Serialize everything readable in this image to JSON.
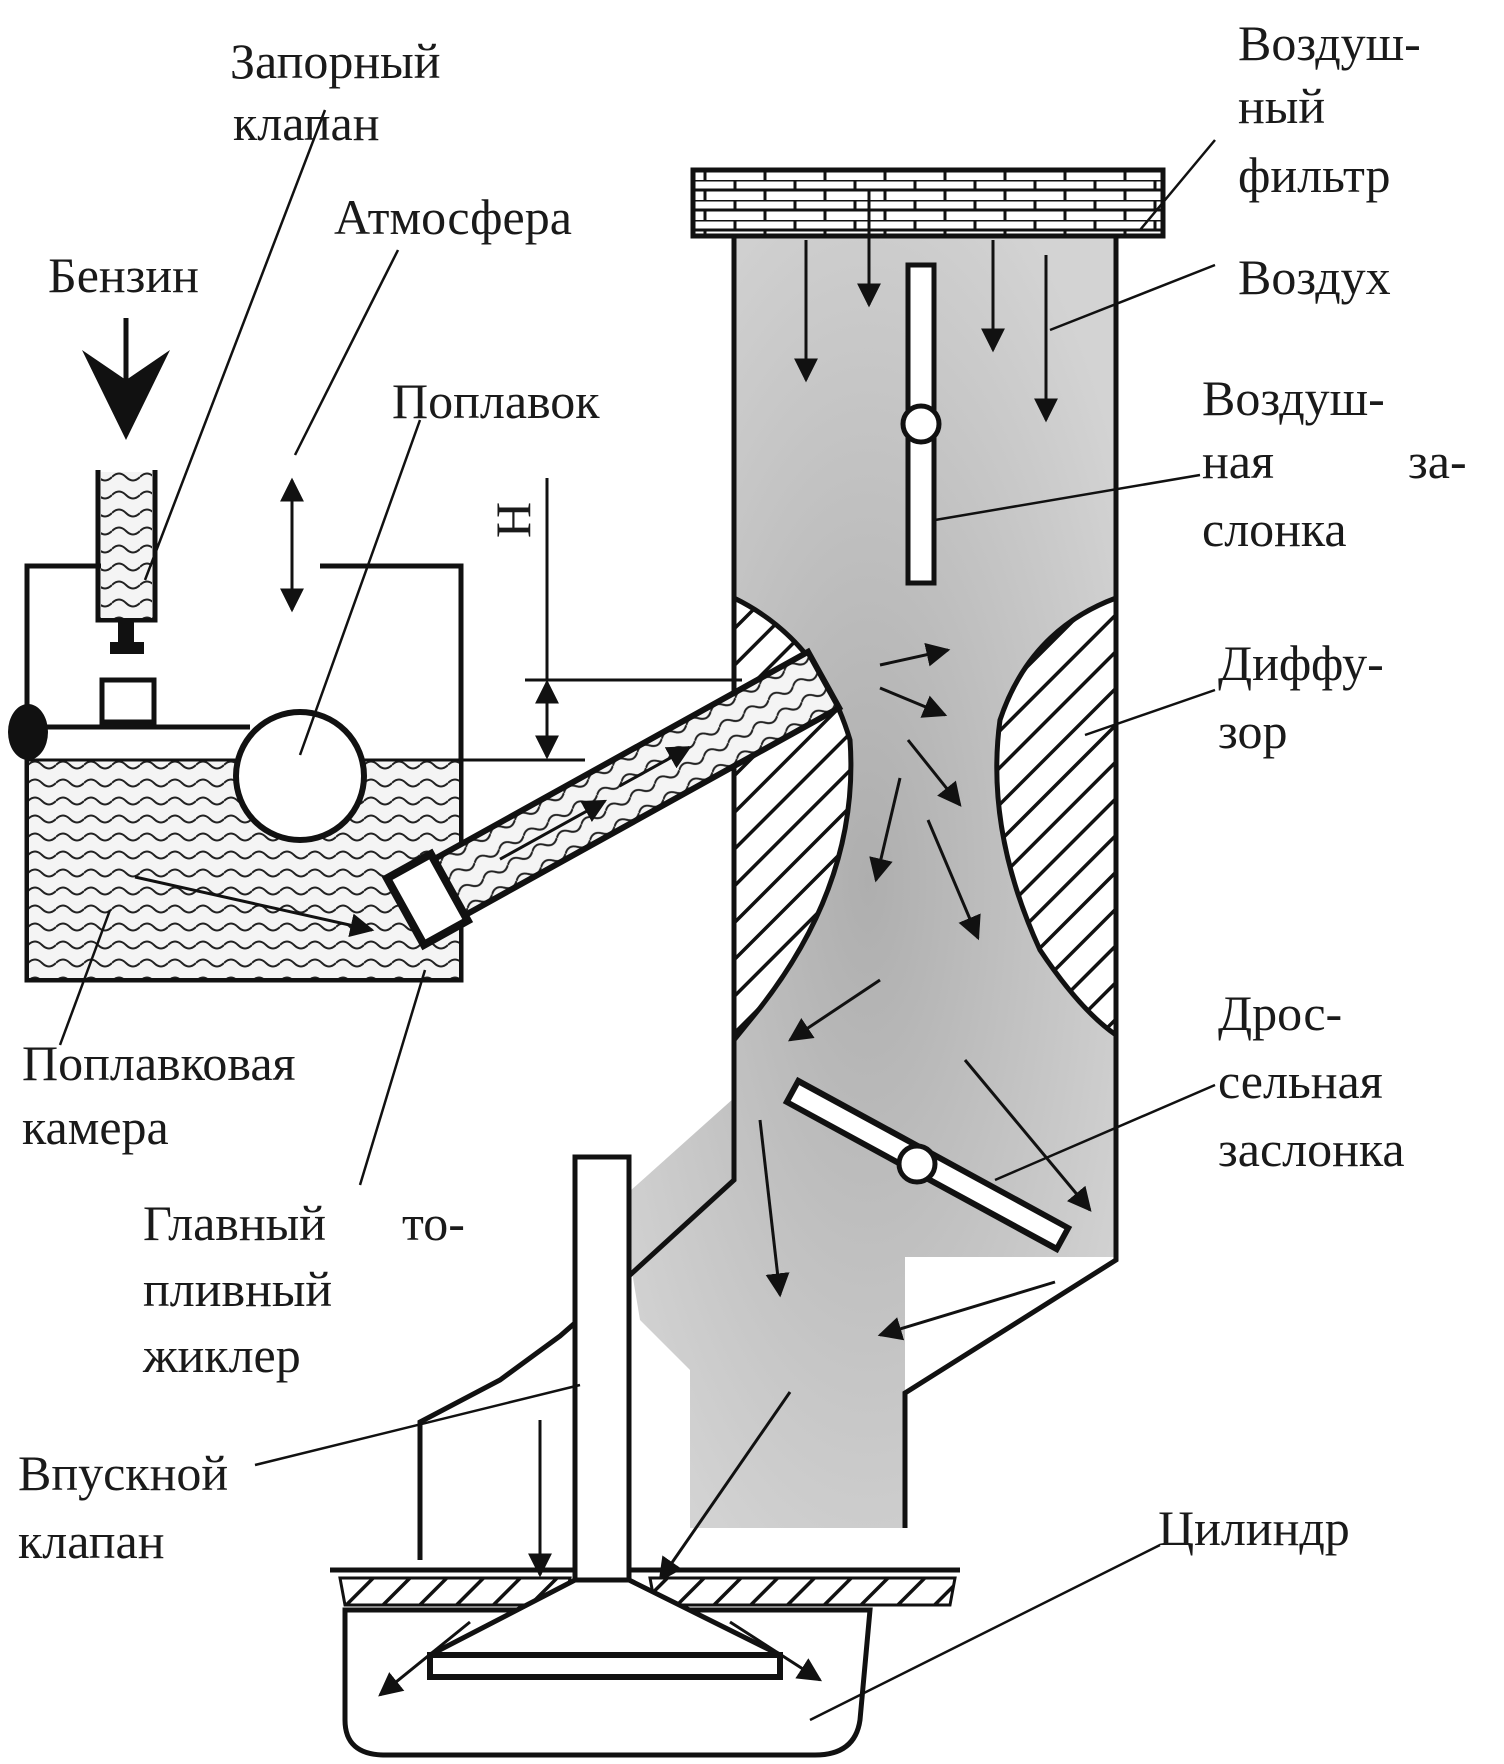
{
  "labels": {
    "shutoff_valve": [
      "Запорный",
      "клапан"
    ],
    "atmosphere": "Атмосфера",
    "gasoline": "Бензин",
    "float": "Поплавок",
    "level_h": "Н",
    "air_filter": [
      "Воздуш-",
      "ный",
      "фильтр"
    ],
    "air": "Воздух",
    "choke": [
      "Воздуш-",
      "ная",
      "за-",
      "слонка"
    ],
    "diffuser": [
      "Диффу-",
      "зор"
    ],
    "float_chamber": [
      "Поплавковая",
      "камера"
    ],
    "throttle": [
      "Дрос-",
      "сельная",
      "заслонка"
    ],
    "main_jet": [
      "Главный",
      "то-",
      "пливный",
      "жиклер"
    ],
    "intake_valve": [
      "Впускной",
      "клапан"
    ],
    "cylinder": "Цилиндр"
  },
  "colors": {
    "ink": "#111111",
    "mixture": "#b8b8b8",
    "fuel": "#e6e6e6",
    "background": "#ffffff"
  }
}
